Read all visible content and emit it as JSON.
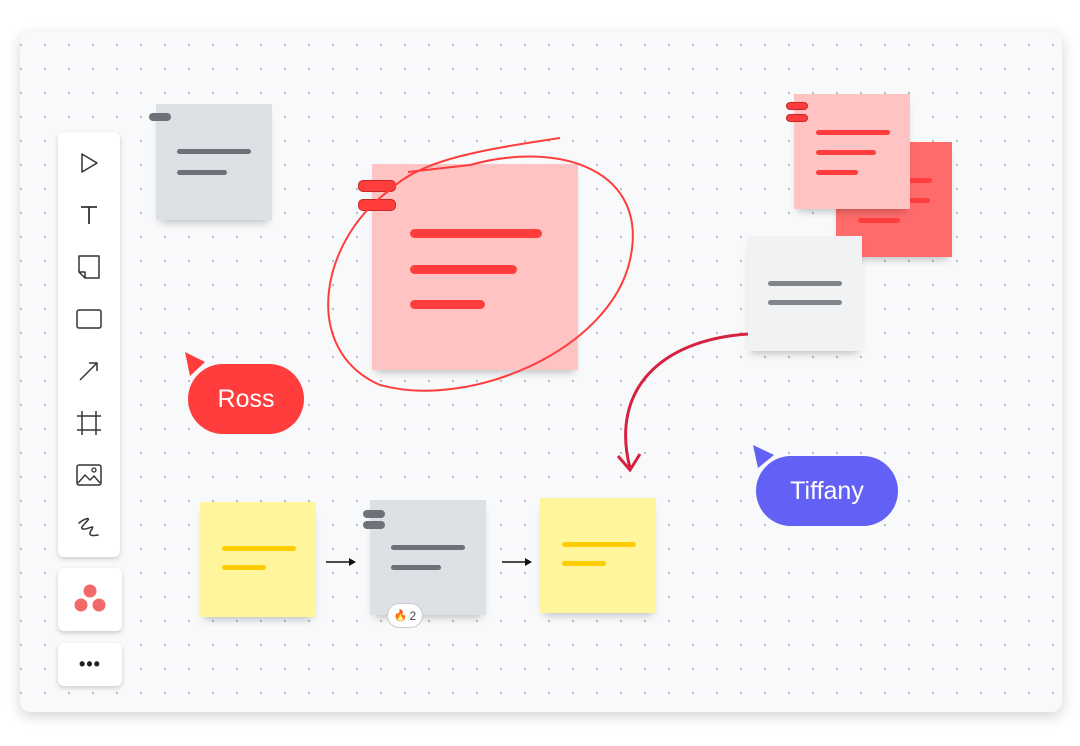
{
  "toolbar": {
    "tools": [
      "select-tool",
      "text-tool",
      "sticky-note-tool",
      "shape-tool",
      "connector-tool",
      "frame-tool",
      "image-tool",
      "pen-tool"
    ],
    "more_label": "•••"
  },
  "cursors": {
    "ross": {
      "name": "Ross",
      "color": "#ff3d3d"
    },
    "tiffany": {
      "name": "Tiffany",
      "color": "#6360f6"
    }
  },
  "reaction": {
    "emoji": "🔥",
    "count": "2"
  },
  "colors": {
    "pink": "#ffc3c3",
    "red": "#ff3d3d",
    "gray": "#dde0e4",
    "yellow": "#fff59d"
  }
}
